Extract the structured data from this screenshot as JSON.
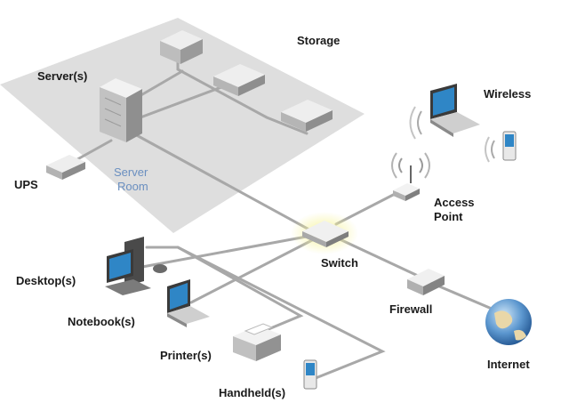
{
  "labels": {
    "storage": "Storage",
    "servers": "Server(s)",
    "server_room_line1": "Server",
    "server_room_line2": "Room",
    "ups": "UPS",
    "wireless": "Wireless",
    "access_point_line1": "Access",
    "access_point_line2": "Point",
    "switch": "Switch",
    "firewall": "Firewall",
    "internet": "Internet",
    "desktops": "Desktop(s)",
    "notebooks": "Notebook(s)",
    "printers": "Printer(s)",
    "handhelds": "Handheld(s)"
  },
  "colors": {
    "room_floor": "#dcdcdc",
    "cable": "#a8a8a8",
    "switch_glow": "#f2f08a",
    "screen": "#2f86c6",
    "room_label": "#6a8fc0"
  },
  "icons": {
    "server": "server-tower-icon",
    "storage": "storage-unit-icon",
    "ups": "ups-icon",
    "switch": "network-switch-icon",
    "access_point": "wireless-access-point-icon",
    "firewall": "firewall-appliance-icon",
    "internet": "globe-icon",
    "desktop": "desktop-computer-icon",
    "notebook": "laptop-icon",
    "printer": "printer-icon",
    "handheld": "handheld-device-icon"
  }
}
